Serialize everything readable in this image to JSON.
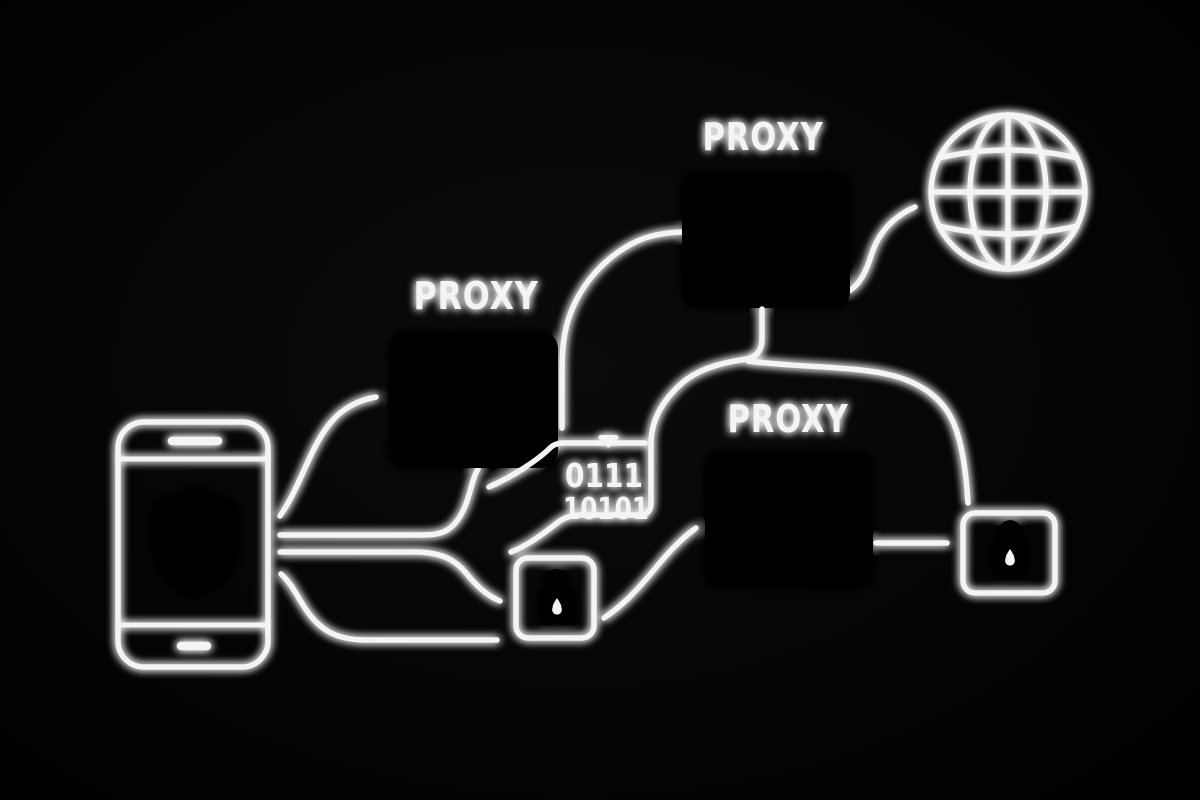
{
  "diagram": {
    "description": "neon line illustration of smartphone traffic routed through proxy servers to the internet",
    "labels": {
      "proxy_top": "PROXY",
      "proxy_middle": "PROXY",
      "proxy_bottom": "PROXY"
    },
    "binary": {
      "row1": "0111",
      "row2": "10101"
    },
    "icons": [
      "smartphone-icon",
      "security-shield-icon",
      "proxy-server-icon",
      "binary-code-icon",
      "padlock-icon",
      "globe-icon"
    ],
    "colors": {
      "background": "#000000",
      "line": "#f4f4f4",
      "glow": "#ffffff"
    }
  }
}
